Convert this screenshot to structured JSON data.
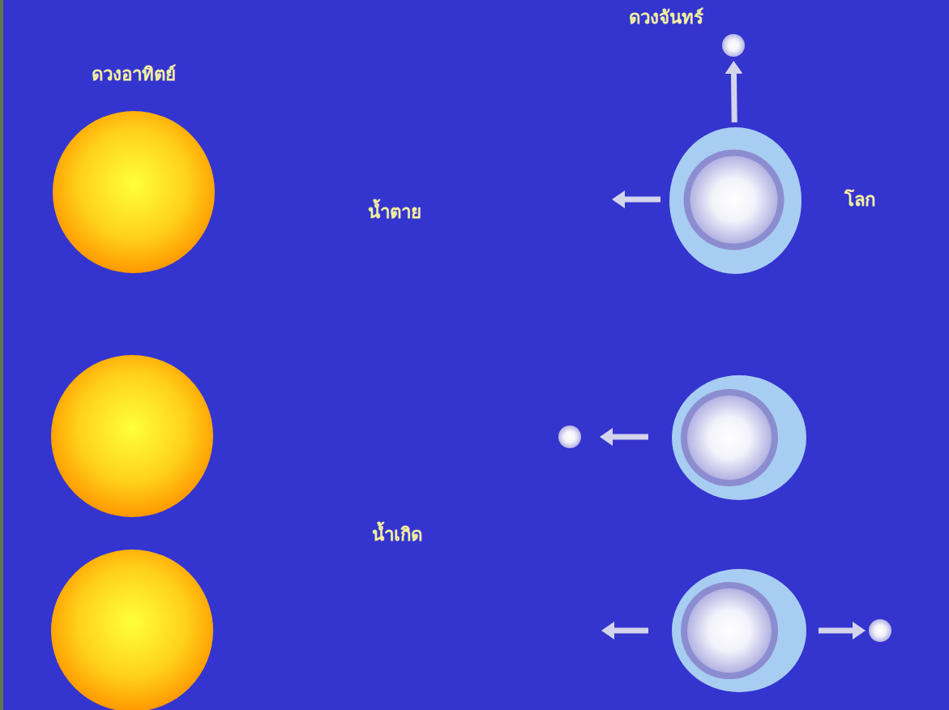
{
  "diagram": {
    "nodes": [
      {
        "text": [
          "ดวงจันทร์"
        ]
      },
      {
        "text": [
          "ดวงอาทิตย์"
        ]
      },
      {
        "text": [
          "โลก"
        ]
      }
    ],
    "edges": [
      {
        "from": 2,
        "to": 0,
        "arrow": "to"
      }
    ],
    "labels": [
      "น้ำตาย",
      "น้ำเกิด"
    ]
  }
}
